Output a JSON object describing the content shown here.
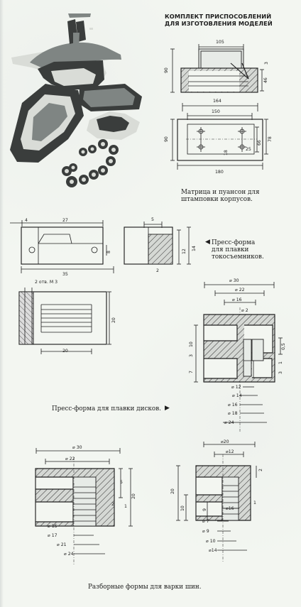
{
  "title": {
    "line1": "КОМПЛЕКТ ПРИСПОСОБЛЕНИЙ",
    "line2": "ДЛЯ ИЗГОТОВЛЕНИЯ МОДЕЛЕЙ"
  },
  "captions": {
    "matrix_line1": "Матрица и пуансон для",
    "matrix_line2": "штамповки корпусов.",
    "press_current_line1": "Пресс-форма",
    "press_current_line2": "для плавки",
    "press_current_line3": "токосъемников.",
    "press_discs": "Пресс-форма для плавки дисков.",
    "split_forms": "Разборные формы для варки шин."
  },
  "dims": {
    "d105": "105",
    "d90a": "90",
    "d46": "46",
    "d3": "3",
    "d164": "164",
    "d150": "150",
    "d90b": "90",
    "d78": "78",
    "d66": "66",
    "d18": "18",
    "d25": "25",
    "d180": "180",
    "d4": "4",
    "d27": "27",
    "d35": "35",
    "d8": "8",
    "d5": "5",
    "d12": "12",
    "d14": "14",
    "d2": "2",
    "holes": "2 отв. М 3",
    "d20a": "20",
    "d20b": "20",
    "p30a": "⌀ 30",
    "p22a": "⌀ 22",
    "p16a": "⌀ 16",
    "p2": "⌀ 2",
    "v10": "10",
    "v3": "3",
    "v7": "7",
    "v05": "0,5",
    "v1": "1",
    "v3b": "3",
    "p12": "⌀ 12",
    "p14": "⌀ 14",
    "p16b": "⌀ 16",
    "p18": "⌀ 18",
    "p24a": "⌀ 24",
    "p30b": "⌀ 30",
    "p22b": "⌀ 22",
    "v5": "5",
    "v20": "20",
    "v2": "2",
    "v1b": "1",
    "p15": "⌀ 15",
    "p17": "⌀ 17",
    "p21": "⌀ 21",
    "p24b": "⌀ 24",
    "p20": "⌀20",
    "p12b": "⌀12",
    "v2b": "2",
    "v20b": "20",
    "v10b": "10",
    "v9": "9",
    "v1c": "1",
    "p16c": "⌀16",
    "p7": "⌀ 7",
    "p9": "⌀ 9",
    "p10": "⌀ 10",
    "p14b": "⌀14"
  }
}
